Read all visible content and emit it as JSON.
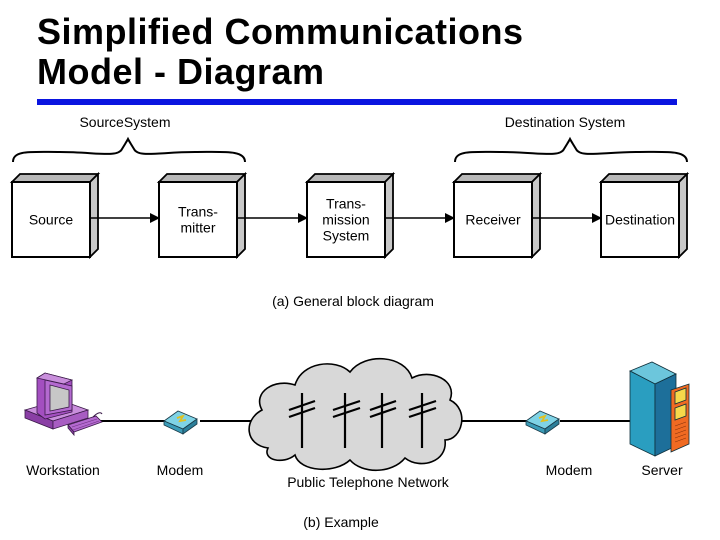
{
  "slide": {
    "title_line1": "Simplified Communications",
    "title_line2": "Model - Diagram",
    "rule_color": "#0a14e0"
  },
  "block_diagram": {
    "source_group_label": "SourceSystem",
    "destination_group_label": "Destination System",
    "blocks": [
      {
        "id": "source",
        "lines": [
          "Source"
        ]
      },
      {
        "id": "transmitter",
        "lines": [
          "Trans-",
          "mitter"
        ]
      },
      {
        "id": "transmission-system",
        "lines": [
          "Trans-",
          "mission",
          "System"
        ]
      },
      {
        "id": "receiver",
        "lines": [
          "Receiver"
        ]
      },
      {
        "id": "destination",
        "lines": [
          "Destination"
        ]
      }
    ],
    "caption": "(a) General block diagram"
  },
  "example": {
    "nodes": [
      {
        "id": "workstation",
        "label": "Workstation",
        "icon": "workstation-icon",
        "color": "#9b4fb4"
      },
      {
        "id": "modem-left",
        "label": "Modem",
        "icon": "modem-icon",
        "color": "#5bbfd6"
      },
      {
        "id": "network",
        "label": "Public Telephone Network",
        "icon": "cloud-icon",
        "color": "#d8d8d8"
      },
      {
        "id": "modem-right",
        "label": "Modem",
        "icon": "modem-icon",
        "color": "#5bbfd6"
      },
      {
        "id": "server",
        "label": "Server",
        "icon": "server-icon",
        "color": "#2a8fb0"
      }
    ],
    "caption": "(b) Example"
  }
}
